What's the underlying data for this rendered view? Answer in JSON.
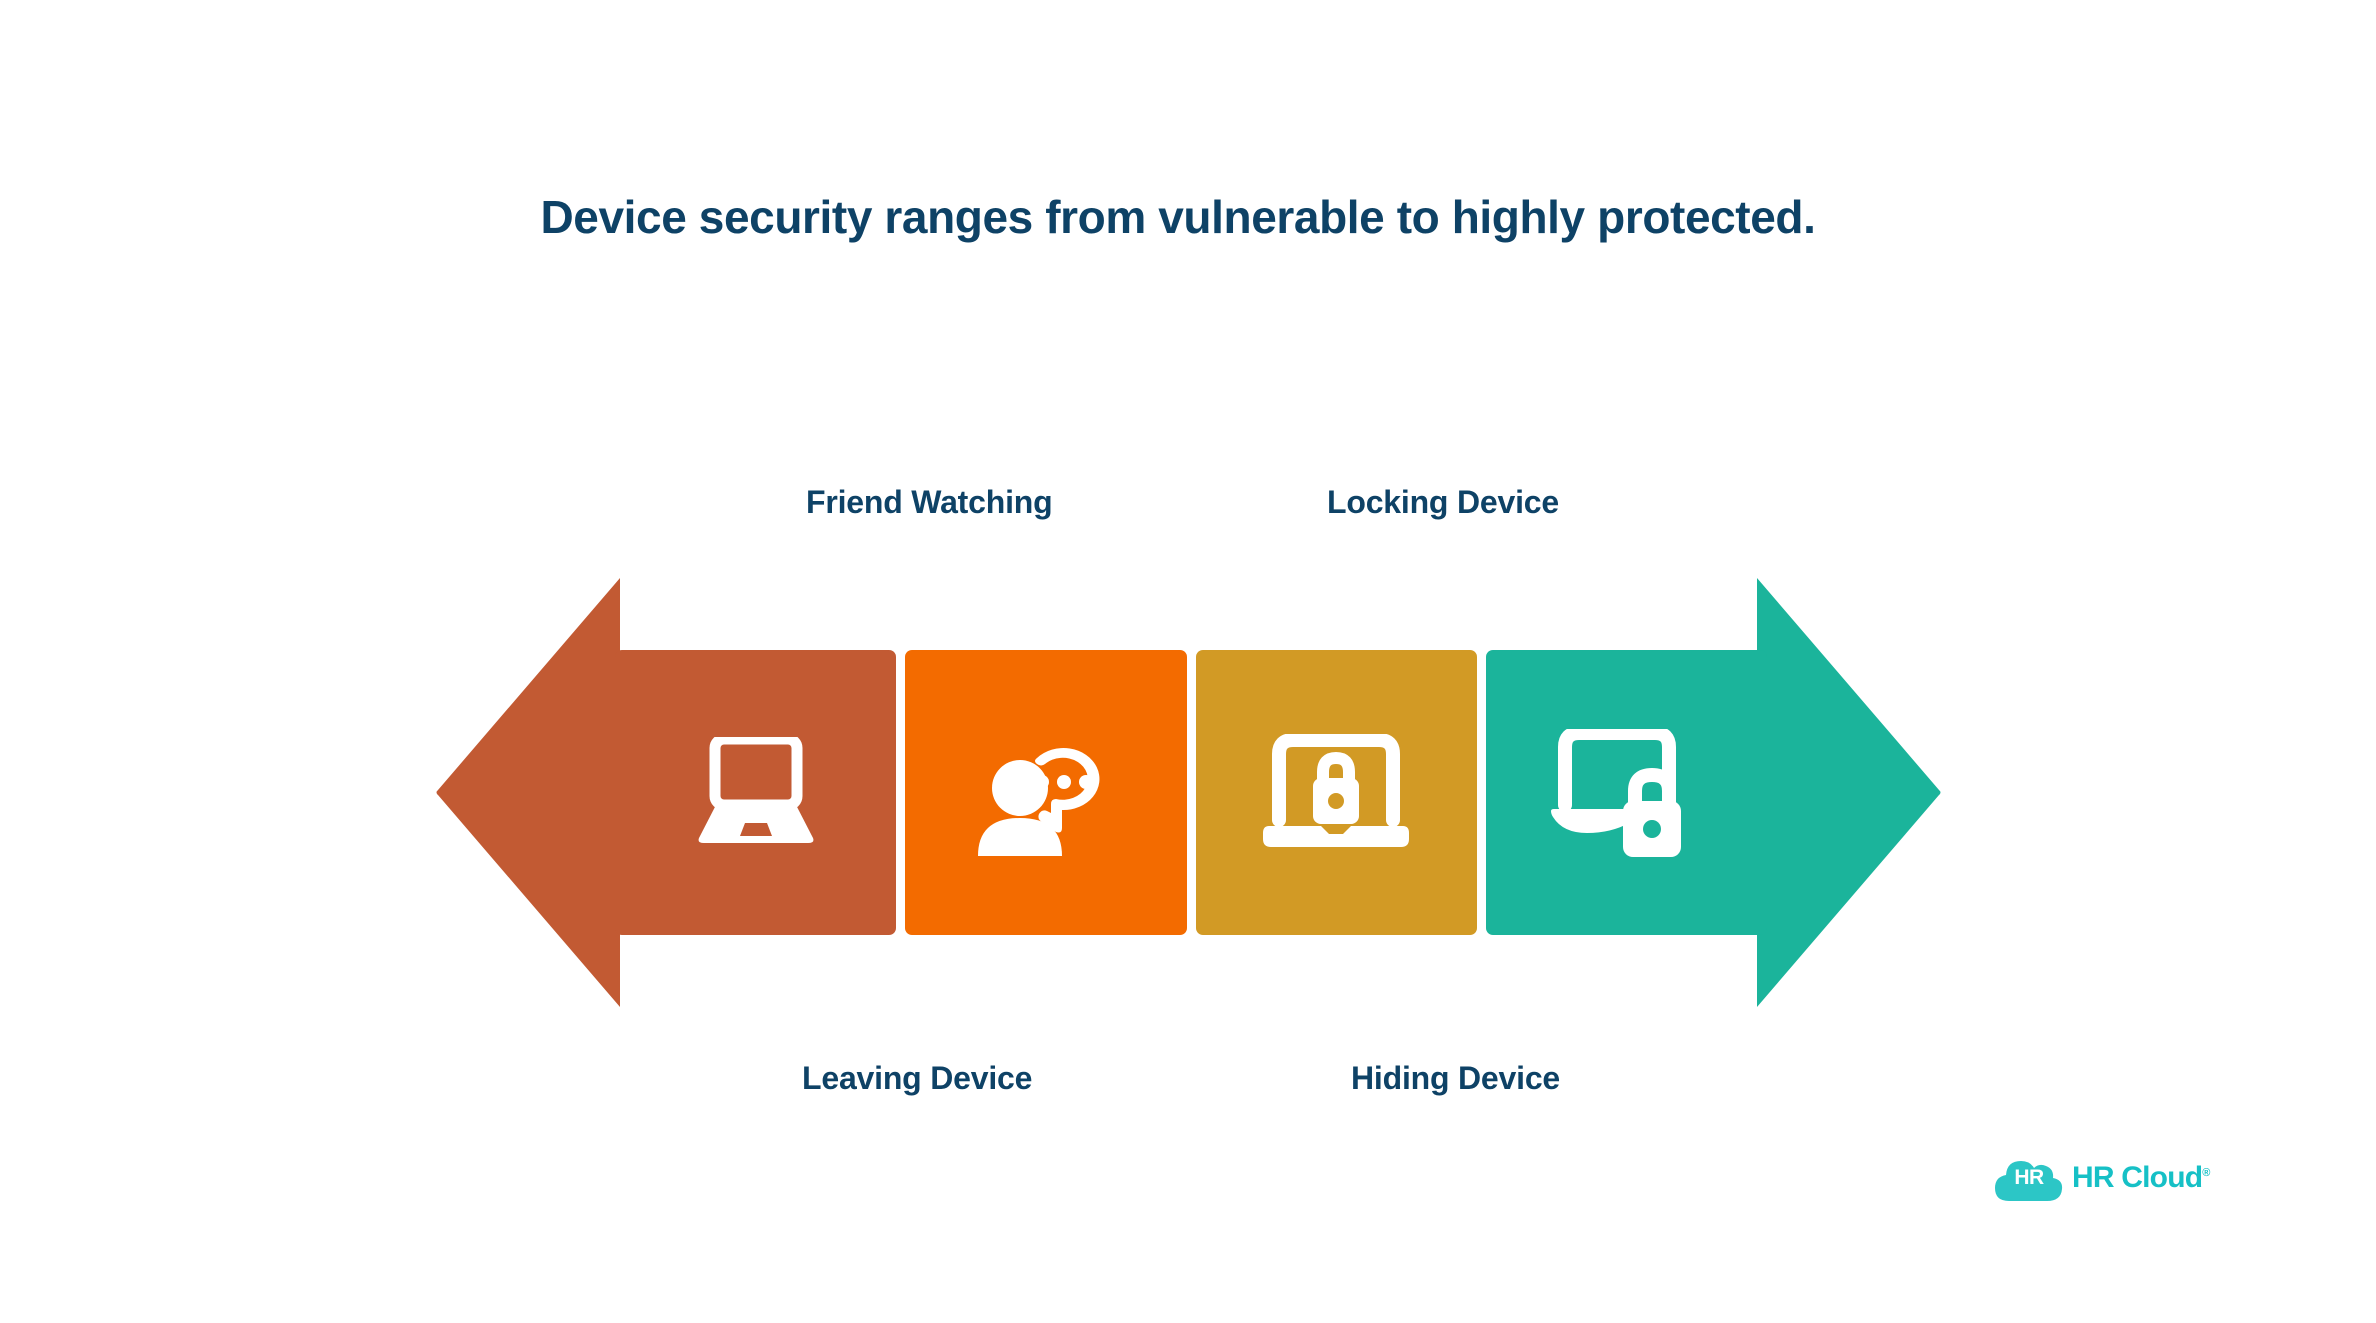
{
  "title": "Device security ranges from vulnerable to highly protected.",
  "theme": {
    "background": "#FFFFFF",
    "text_color": "#0E4266",
    "icon_color": "#FFFFFF",
    "logo_color": "#16C0C6"
  },
  "arrow": {
    "left_head_color": "#C25A33",
    "right_head_color": "#1BB49B",
    "left_head_direction": "left",
    "right_head_direction": "right"
  },
  "stages": [
    {
      "label": "Leaving Device",
      "label_position": "bottom",
      "color": "#C25A33",
      "icon": "open-laptop-icon"
    },
    {
      "label": "Friend Watching",
      "label_position": "top",
      "color": "#F36B00",
      "icon": "person-speech-bubble-icon"
    },
    {
      "label": "Hiding Device",
      "label_position": "bottom",
      "color": "#D29A25",
      "icon": "laptop-lock-icon"
    },
    {
      "label": "Locking Device",
      "label_position": "top",
      "color": "#1BB49B",
      "icon": "closed-laptop-padlock-icon"
    }
  ],
  "labels": {
    "top_left": "Friend Watching",
    "top_right": "Locking Device",
    "bottom_left": "Leaving Device",
    "bottom_right": "Hiding Device"
  },
  "logo": {
    "mark_text": "HR",
    "word": "HR Cloud",
    "trademark": "®"
  }
}
